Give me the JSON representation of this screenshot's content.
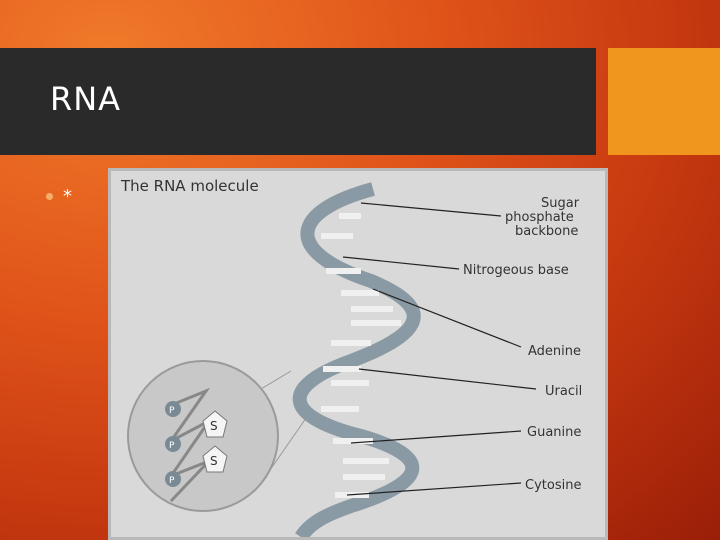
{
  "slide": {
    "title": "RNA",
    "bullet_text": "*"
  },
  "figure": {
    "heading": "The RNA molecule",
    "labels": {
      "sugar_line1": "Sugar",
      "sugar_line2": "phosphate",
      "sugar_line3": "backbone",
      "nitro": "Nitrogeous base",
      "adenine": "Adenine",
      "uracil": "Uracil",
      "guanine": "Guanine",
      "cytosine": "Cytosine"
    },
    "inset": {
      "p": "P",
      "s": "S"
    }
  },
  "colors": {
    "title_bar": "#2a2a2a",
    "accent": "#f0961e",
    "background": "#e0541a"
  }
}
